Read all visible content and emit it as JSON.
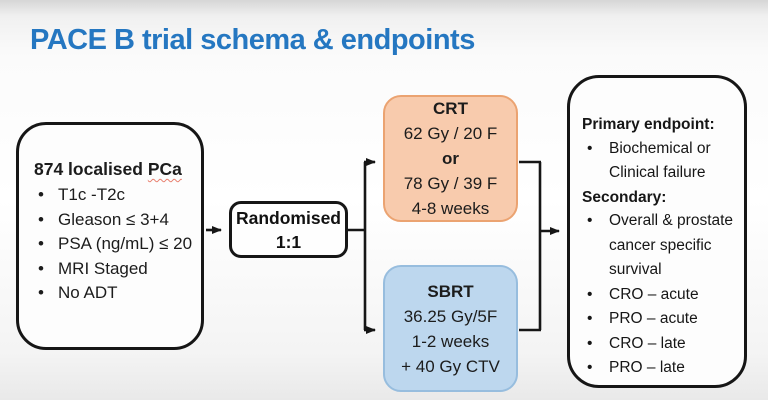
{
  "title": "PACE B trial schema & endpoints",
  "colors": {
    "title_blue": "#2577c1",
    "crt_fill": "#f8cbad",
    "crt_border": "#eba371",
    "sbrt_fill": "#bdd7ee",
    "sbrt_border": "#97bdde",
    "line_black": "#161616",
    "spellcheck_red": "#e87e6d"
  },
  "left_box": {
    "heading_prefix": "874 localised ",
    "heading_pca": "PCa",
    "items": [
      "T1c -T2c",
      "Gleason ≤ 3+4",
      "PSA (ng/mL) ≤ 20",
      "MRI Staged",
      "No ADT"
    ]
  },
  "randomised_box": {
    "line1": "Randomised",
    "line2": "1:1"
  },
  "crt_box": {
    "title": "CRT",
    "line1": "62 Gy / 20 F",
    "line2": "or",
    "line3": "78 Gy / 39 F",
    "line4": "4-8 weeks"
  },
  "sbrt_box": {
    "title": "SBRT",
    "line1": "36.25 Gy/5F",
    "line2": "1-2 weeks",
    "line3": "+ 40 Gy CTV"
  },
  "endpoints_box": {
    "primary_heading": "Primary endpoint:",
    "primary_items": [
      "Biochemical or Clinical failure"
    ],
    "secondary_heading": "Secondary:",
    "secondary_items": [
      "Overall & prostate cancer specific survival",
      "CRO – acute",
      "PRO – acute",
      "CRO – late",
      "PRO – late"
    ]
  }
}
